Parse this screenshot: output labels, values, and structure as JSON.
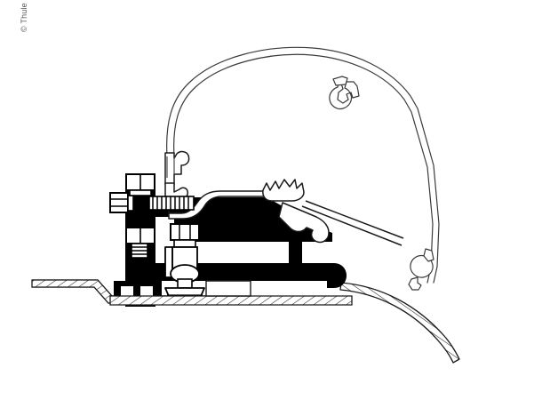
{
  "document": {
    "kind": "technical-line-drawing",
    "title": "Thule roof adapter mounting cross-section",
    "background_color": "#ffffff",
    "line_color": "#1a1a1a",
    "fill_color": "#000000",
    "hatch_color": "#222222",
    "outline_color": "#3a3a3a"
  },
  "copyright": {
    "text": "© Thule",
    "orientation": "vertical",
    "color": "#555555"
  },
  "parts": [
    {
      "id": "vehicle-roof-outline",
      "label": "Vehicle roof profile outline",
      "style": "thin-double-line",
      "color": "#3a3a3a"
    },
    {
      "id": "roof-panel-left",
      "label": "Left roof panel section",
      "style": "hatched-section",
      "color": "#222222"
    },
    {
      "id": "roof-panel-right",
      "label": "Right roof panel section",
      "style": "hatched-section",
      "color": "#222222"
    },
    {
      "id": "adapter-bracket",
      "label": "Adapter bracket body",
      "style": "solid-black",
      "color": "#000000"
    },
    {
      "id": "hex-bolt-left",
      "label": "Hex head bolt with threaded shaft",
      "style": "outline-on-black",
      "color": "#000000"
    },
    {
      "id": "hex-nut-upper",
      "label": "Upper hex nut",
      "style": "outline-on-black",
      "color": "#000000"
    },
    {
      "id": "hex-nut-lower",
      "label": "Lower hex nut",
      "style": "outline-on-black",
      "color": "#000000"
    },
    {
      "id": "clamp-bolt-vertical",
      "label": "Vertical clamp bolt assembly",
      "style": "outline-on-black",
      "color": "#000000"
    },
    {
      "id": "mounting-foot",
      "label": "Mounting foot base pad",
      "style": "outline",
      "color": "#000000"
    },
    {
      "id": "awning-rail-profile",
      "label": "Awning rail extrusion profile",
      "style": "outline",
      "color": "#1a1a1a"
    },
    {
      "id": "awning-hook-clamp",
      "label": "Awning hook clamp profile",
      "style": "outline",
      "color": "#1a1a1a"
    },
    {
      "id": "support-post",
      "label": "Vertical support post",
      "style": "solid-black",
      "color": "#000000"
    },
    {
      "id": "roof-hook-upper",
      "label": "Upper roof rail hook detail",
      "style": "outline",
      "color": "#3a3a3a"
    },
    {
      "id": "roof-hook-lower",
      "label": "Lower roof rail hook detail",
      "style": "outline",
      "color": "#3a3a3a"
    }
  ]
}
